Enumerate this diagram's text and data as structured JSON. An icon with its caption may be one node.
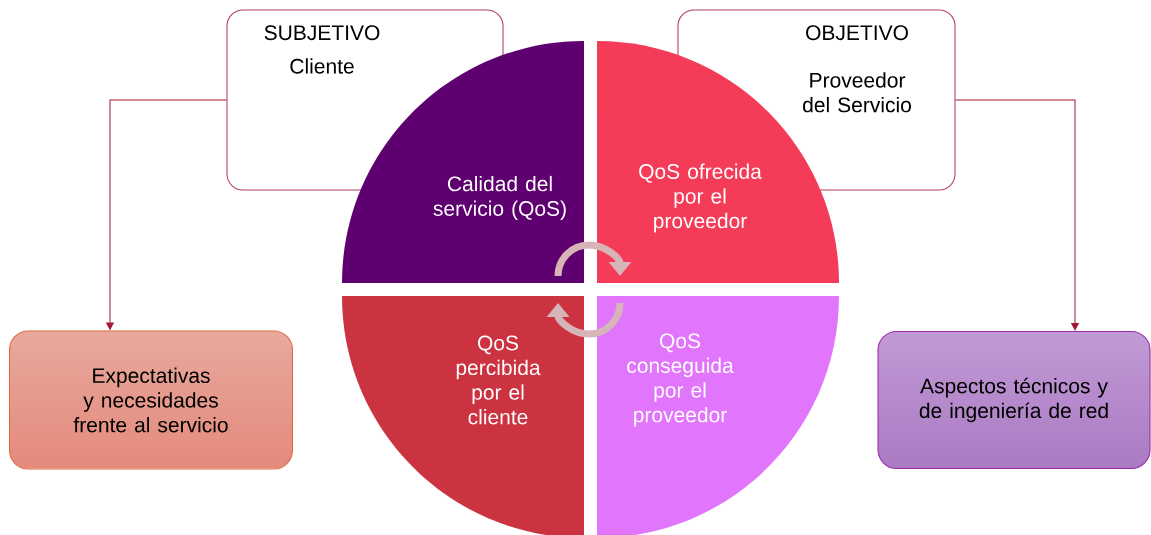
{
  "diagram": {
    "nodes": [
      {
        "text": [
          "SUBJETIVO",
          "Cliente"
        ]
      },
      {
        "text": [
          "OBJETIVO",
          "Proveedor del Servicio"
        ]
      },
      {
        "text": [
          "Calidad del servicio (QoS)"
        ]
      },
      {
        "text": [
          "QoS ofrecida por el proveedor"
        ]
      },
      {
        "text": [
          "QoS percibida por el cliente"
        ]
      },
      {
        "text": [
          "QoS conseguida por el proveedor"
        ]
      },
      {
        "text": [
          "Expectativas y necesidades frente al servicio"
        ]
      },
      {
        "text": [
          "Aspectos técnicos y de ingeniería de red"
        ]
      }
    ],
    "edges": [
      {
        "from": 0,
        "to": 6,
        "arrow": "to"
      },
      {
        "from": 1,
        "to": 7,
        "arrow": "to"
      },
      {
        "from": 2,
        "to": 3,
        "arrow": "to",
        "style": "thick",
        "color": "#d6b4b8"
      },
      {
        "from": 5,
        "to": 4,
        "arrow": "to",
        "style": "thick",
        "color": "#d6b4b8"
      }
    ]
  }
}
